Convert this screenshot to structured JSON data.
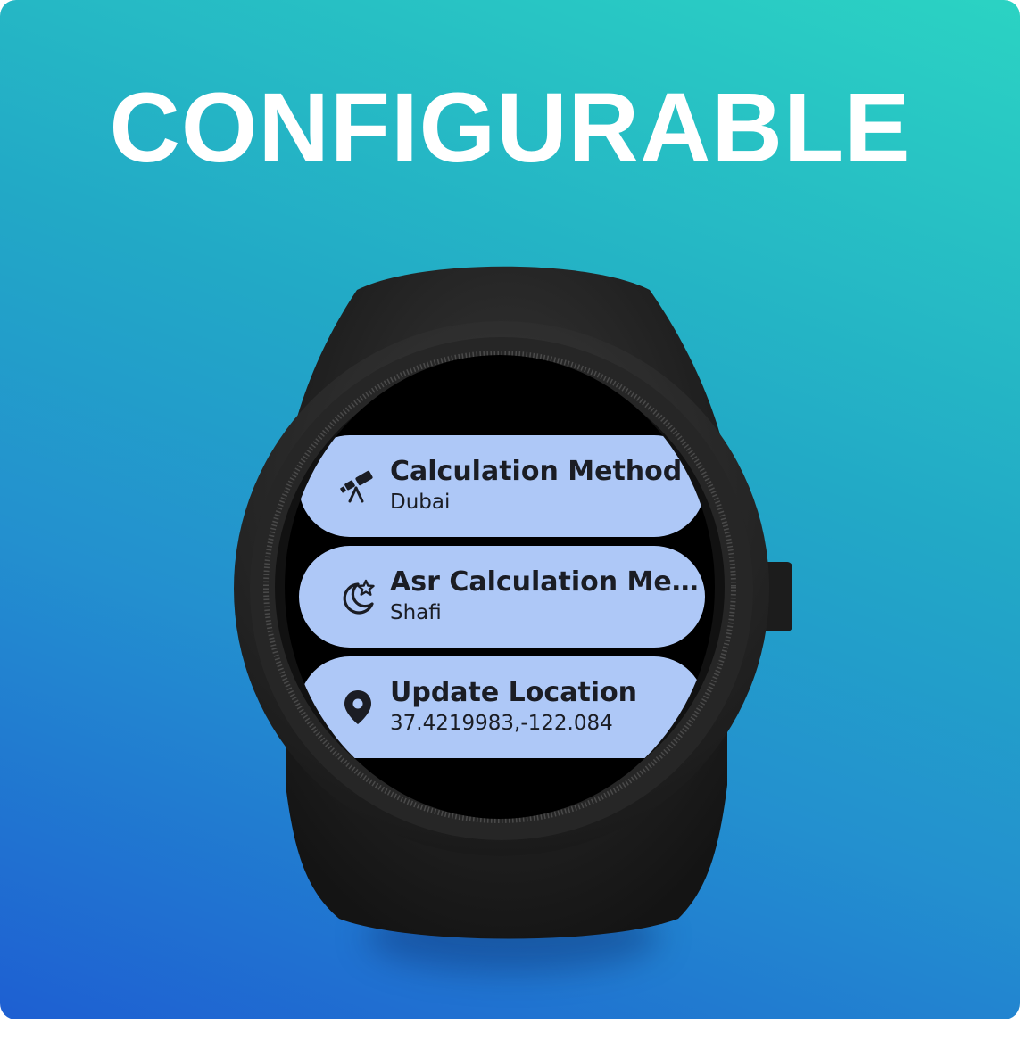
{
  "headline": "CONFIGURABLE",
  "colors": {
    "chip_background": "#aec8f7",
    "screen_background": "#000000",
    "accent_teal": "#2bd3c3",
    "accent_blue": "#1e5fd2"
  },
  "settings": [
    {
      "icon": "telescope-icon",
      "title": "Calculation Method",
      "value": "Dubai"
    },
    {
      "icon": "moon-star-icon",
      "title": "Asr Calculation Me…",
      "value": "Shafi"
    },
    {
      "icon": "location-pin-icon",
      "title": "Update Location",
      "value": "37.4219983,-122.084"
    }
  ]
}
